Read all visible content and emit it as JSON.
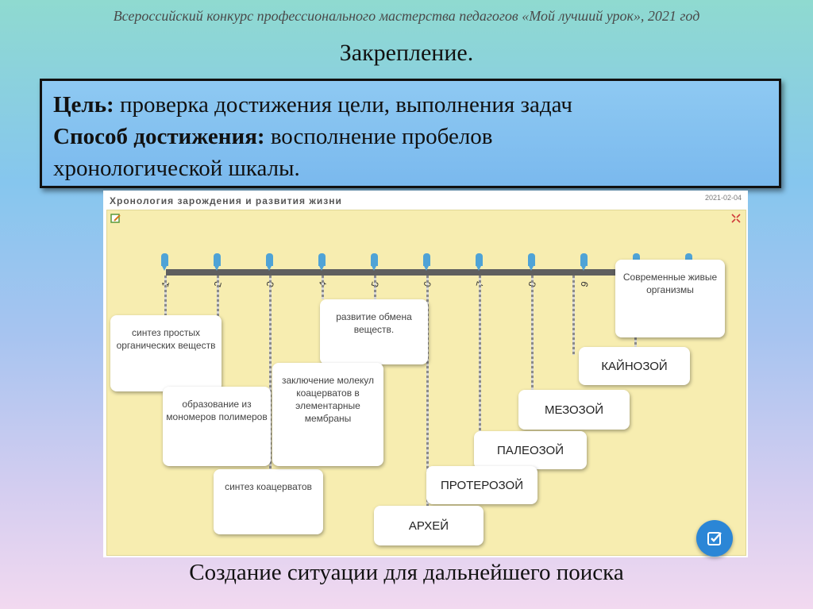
{
  "header": {
    "contest": "Всероссийский конкурс профессионального мастерства педагогов «Мой лучший урок», 2021 год",
    "title": "Закрепление."
  },
  "goal_box": {
    "line1_label": "Цель:",
    "line1_text": " проверка достижения цели, выполнения задач",
    "line2_label": "Способ достижения:",
    "line2_text": " восполнение пробелов",
    "line3_text": "хронологической шкалы."
  },
  "app": {
    "title": "Хронология зарождения и развития жизни",
    "date": "2021-02-04",
    "tick_numbers": [
      "1",
      "2",
      "3",
      "4",
      "5",
      "6",
      "7",
      "8",
      "9"
    ],
    "cards": {
      "c1": "синтез простых органических веществ",
      "c2": "образование из мономеров полимеров",
      "c3": "синтез коацерватов",
      "c4": "развитие обмена веществ.",
      "c5": "заключение молекул коацерватов в элементарные мембраны",
      "c6": "Современные живые организмы",
      "c7": "КАЙНОЗОЙ",
      "c8": "МЕЗОЗОЙ",
      "c9": "ПАЛЕОЗОЙ",
      "c10": "ПРОТЕРОЗОЙ",
      "c11": "АРХЕЙ"
    },
    "icons": {
      "tool": "edit-icon",
      "expand": "expand-icon",
      "check": "check-icon"
    },
    "colors": {
      "board": "#f7edb0",
      "pin": "#4fa3d6",
      "check_button": "#2b86d6"
    }
  },
  "footer": {
    "subtitle": "Создание ситуации для дальнейшего поиска"
  }
}
